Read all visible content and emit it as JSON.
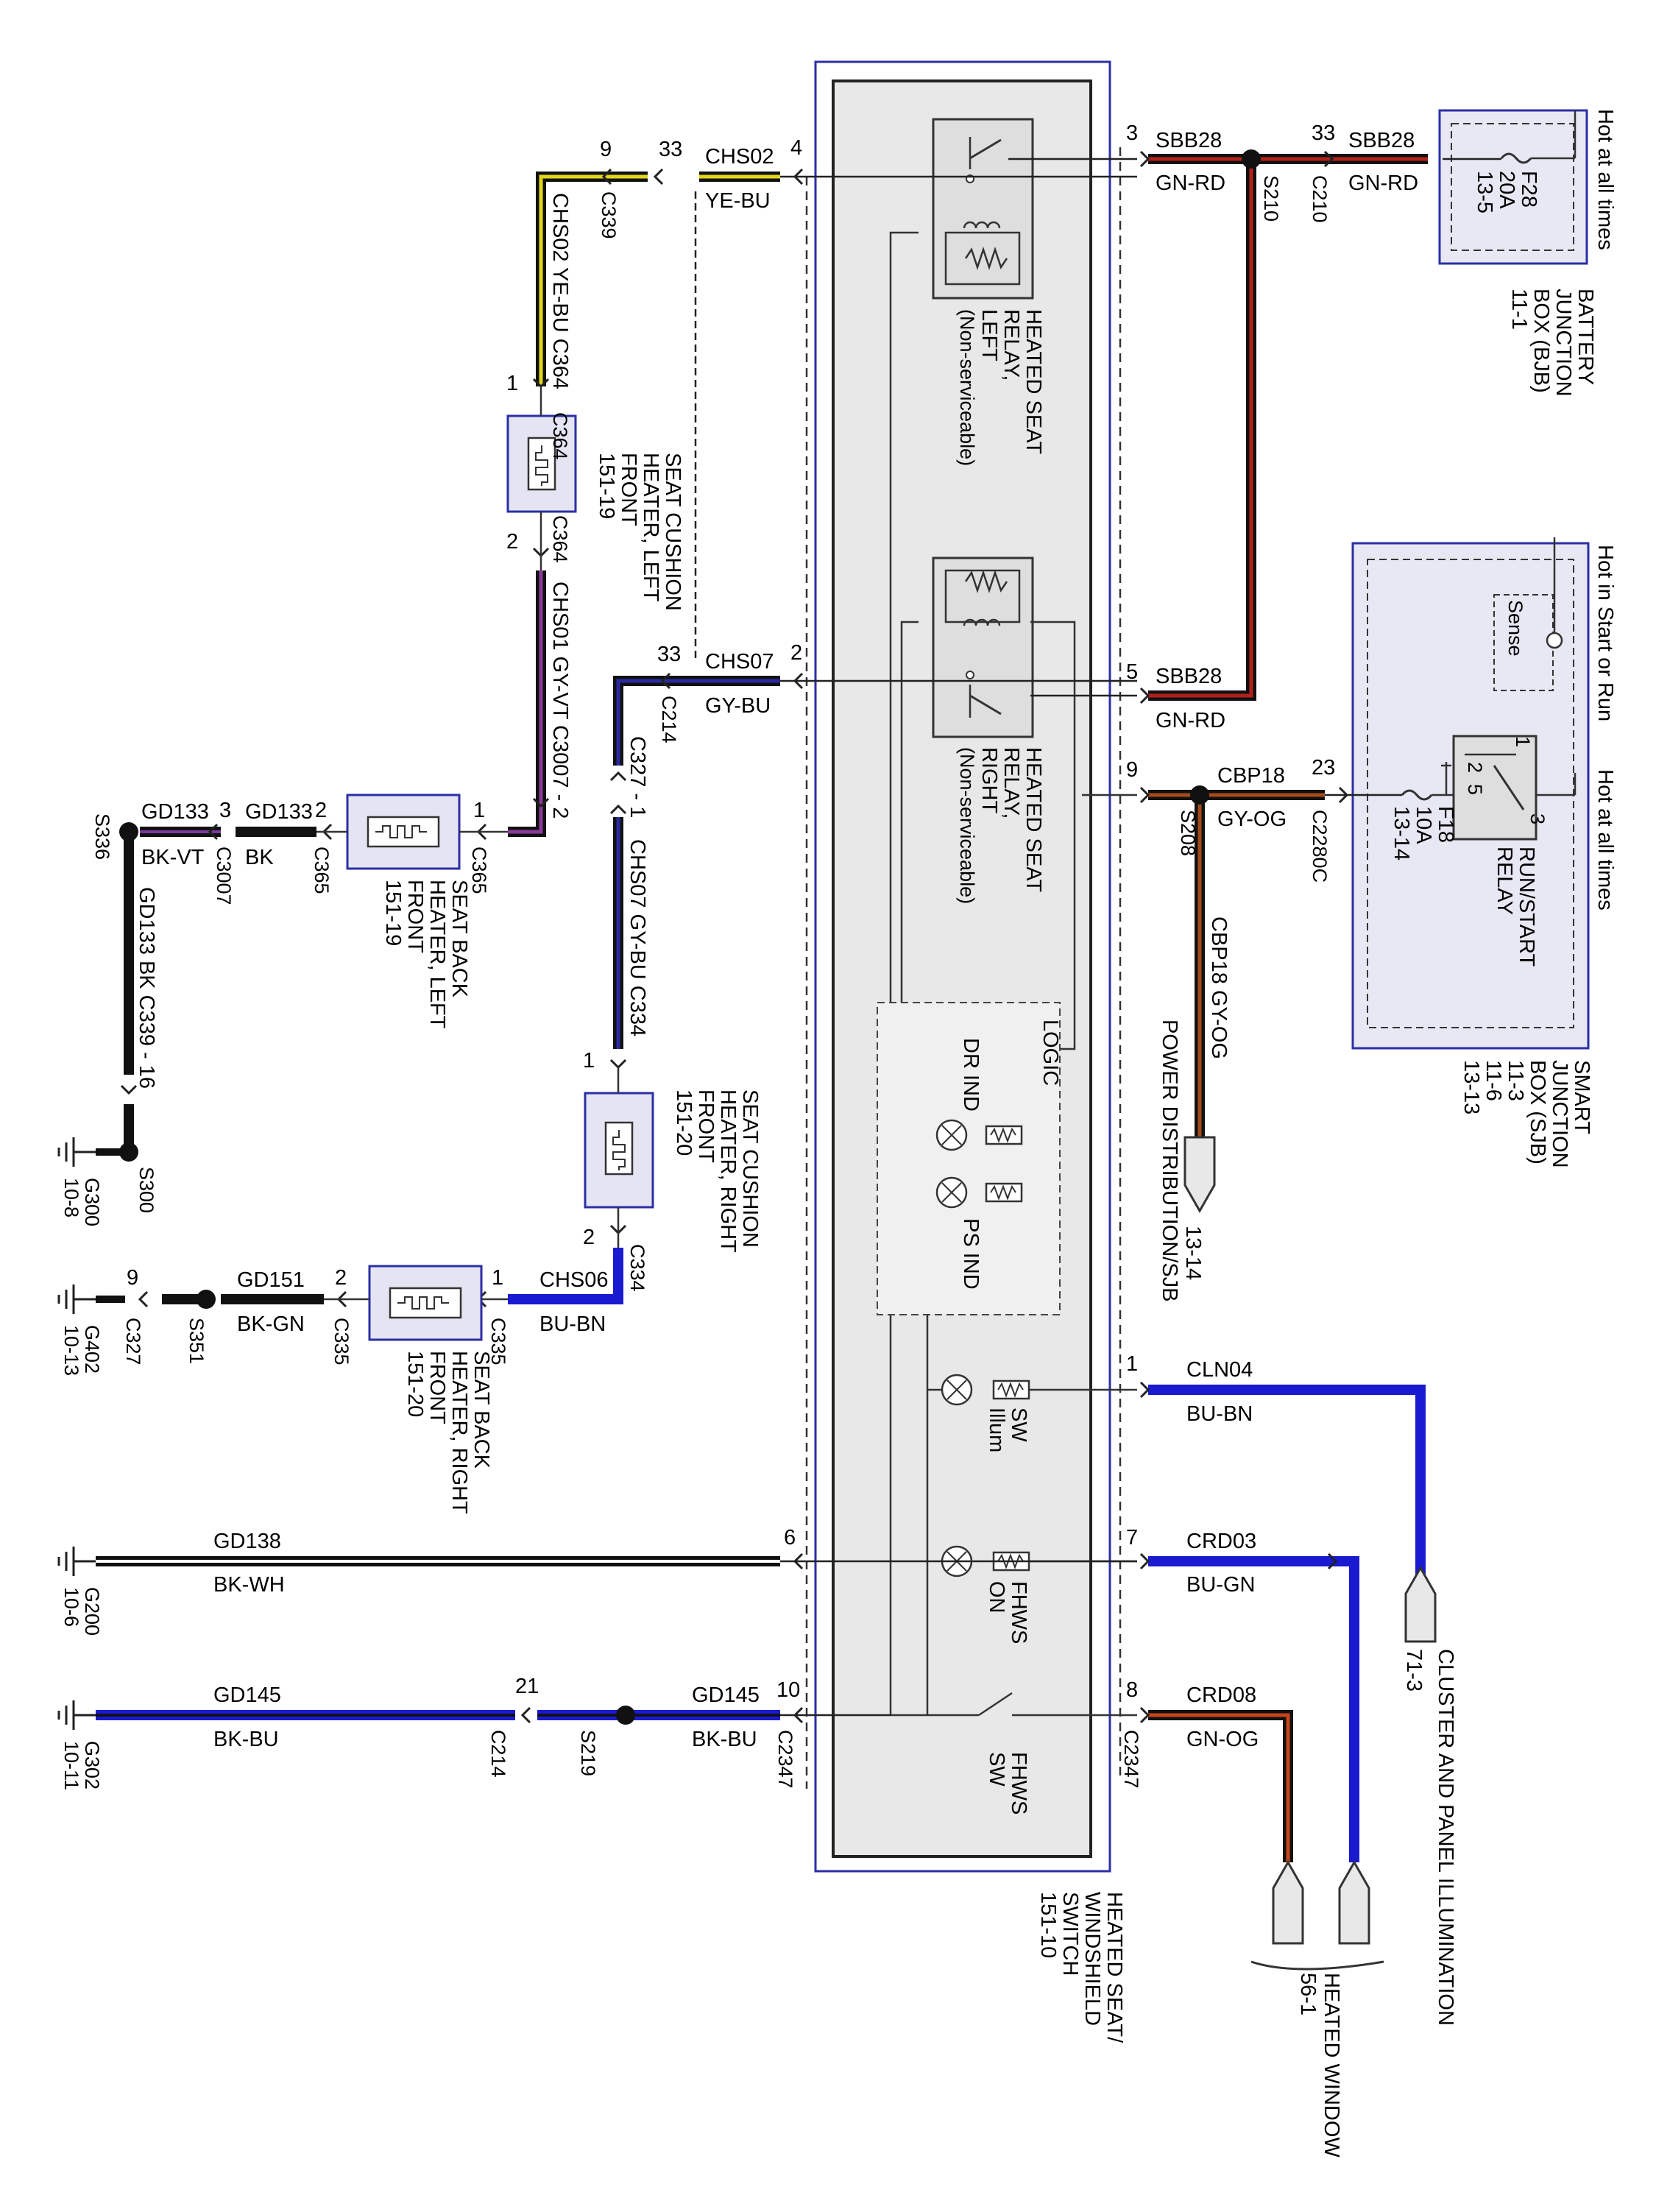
{
  "diagram": {
    "module": {
      "name": [
        "HEATED SEAT/",
        "WINDSHIELD",
        "SWITCH",
        "151-10"
      ],
      "relay_left": [
        "HEATED SEAT",
        "RELAY,",
        "LEFT",
        "(Non-serviceable)"
      ],
      "relay_right": [
        "HEATED SEAT",
        "RELAY,",
        "RIGHT",
        "(Non-serviceable)"
      ],
      "logic": "LOGIC",
      "dr_ind": "DR IND",
      "ps_ind": "PS IND",
      "sw_illum": [
        "SW",
        "Illum"
      ],
      "fhws_on": [
        "FHWS",
        "ON"
      ],
      "fhws_sw": [
        "FHWS",
        "SW"
      ]
    },
    "bjb": {
      "hot": "Hot at all times",
      "name": [
        "BATTERY",
        "JUNCTION",
        "BOX (BJB)",
        "11-1"
      ],
      "fuse": [
        "F28",
        "20A",
        "13-5"
      ]
    },
    "sjb": {
      "hot_run": "Hot in Start or Run",
      "hot_all": "Hot at all times",
      "sense": "Sense",
      "relay": [
        "RUN/START",
        "RELAY"
      ],
      "fuse": [
        "F18",
        "10A",
        "13-14"
      ],
      "relay_pins": [
        "1",
        "2",
        "3",
        "5"
      ],
      "name": [
        "SMART",
        "JUNCTION",
        "BOX (SJB)",
        "11-3",
        "11-6",
        "13-13"
      ]
    },
    "wires": {
      "chs02": "CHS02",
      "ye_bu": "YE-BU",
      "chs07": "CHS07",
      "gy_bu": "GY-BU",
      "chs01": "CHS01",
      "gy_vt": "GY-VT",
      "chs06": "CHS06",
      "bu_bn": "BU-BN",
      "sbb28": "SBB28",
      "gn_rd": "GN-RD",
      "cbp18": "CBP18",
      "gy_og": "GY-OG",
      "gd133": "GD133",
      "bk_vt": "BK-VT",
      "bk": "BK",
      "gd151": "GD151",
      "bk_gn": "BK-GN",
      "gd138": "GD138",
      "bk_wh": "BK-WH",
      "gd145": "GD145",
      "bk_bu": "BK-BU",
      "cln04": "CLN04",
      "crd03": "CRD03",
      "bu_gn": "BU-GN",
      "crd08": "CRD08",
      "gn_og": "GN-OG",
      "chs02_v": "CHS02   YE-BU  C364",
      "chs01_v": "CHS01   GY-VT   C3007 - 2",
      "chs07_v": "CHS07   GY-BU  C334",
      "c327_v": "C327 - 1",
      "gd133_v": "GD133   BK   C339 - 16",
      "cbp18_v": "CBP18   GY-OG"
    },
    "connectors": {
      "c339": "C339",
      "c364": "C364",
      "c214": "C214",
      "c334": "C334",
      "c3007": "C3007",
      "c365": "C365",
      "c335": "C335",
      "c327": "C327",
      "c2347": "C2347",
      "c210": "C210",
      "c2280c": "C2280C"
    },
    "splices": {
      "s210": "S210",
      "s208": "S208",
      "s336": "S336",
      "s300": "S300",
      "s351": "S351",
      "s219": "S219"
    },
    "grounds": {
      "g300": [
        "G300",
        "10-8"
      ],
      "g402": [
        "G402",
        "10-13"
      ],
      "g200": [
        "G200",
        "10-6"
      ],
      "g302": [
        "G302",
        "10-11"
      ]
    },
    "pins": {
      "p4": "4",
      "p2": "2",
      "p3": "3",
      "p5": "5",
      "p9": "9",
      "p1": "1",
      "p6": "6",
      "p7": "7",
      "p10": "10",
      "p8": "8",
      "p33": "33",
      "p23": "23",
      "p21": "21",
      "p16": "16"
    },
    "components": {
      "cushion_left": [
        "SEAT CUSHION",
        "HEATER, LEFT",
        "FRONT",
        "151-19"
      ],
      "cushion_right": [
        "SEAT CUSHION",
        "HEATER, RIGHT",
        "FRONT",
        "151-20"
      ],
      "back_left": [
        "SEAT BACK",
        "HEATER, LEFT",
        "FRONT",
        "151-19"
      ],
      "back_right": [
        "SEAT BACK",
        "HEATER, RIGHT",
        "FRONT",
        "151-20"
      ]
    },
    "destinations": {
      "power_dist": "POWER DISTRIBUTION/SJB",
      "power_ref": "13-14",
      "cluster": "CLUSTER AND PANEL ILLUMINATION",
      "cluster_ref": "71-3",
      "heated_window": "HEATED WINDOW",
      "heated_window_ref": "56-1"
    }
  }
}
